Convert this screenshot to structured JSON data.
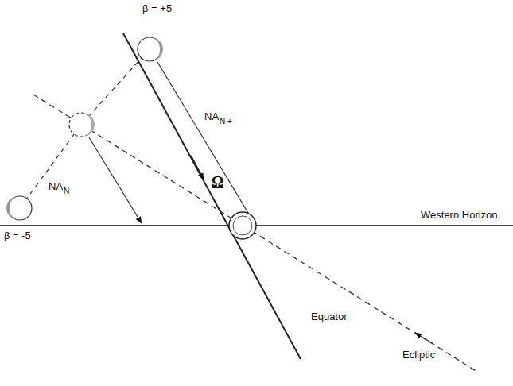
{
  "diagram": {
    "labels": [
      "β = +5",
      "NA",
      "N +",
      "NA",
      "N",
      "Ω",
      "Western Horizon",
      "β = -5",
      "Equator",
      "Ecliptic"
    ]
  }
}
